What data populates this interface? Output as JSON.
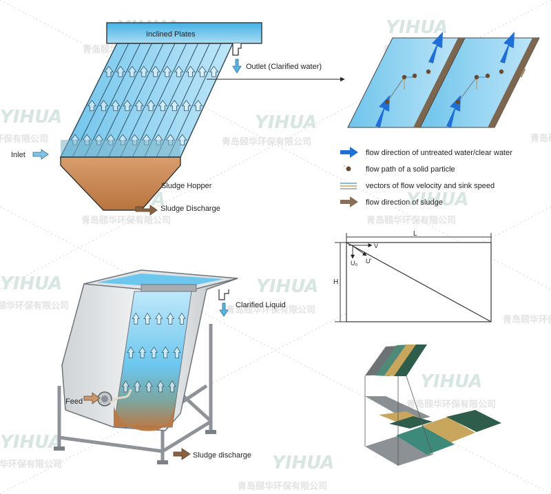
{
  "top_diagram": {
    "plates_label": "Inclined Plates",
    "outlet_label": "Outlet (Clarified water)",
    "inlet_label": "Inlet",
    "hopper_label": "Sludge Hopper",
    "discharge_label": "Sludge Discharge"
  },
  "legend": {
    "items": [
      {
        "icon": "blue-arrow-icon",
        "label": "flow direction of untreated water/clear water"
      },
      {
        "icon": "particle-dot-icon",
        "label": "flow path of a solid particle"
      },
      {
        "icon": "vector-lines-icon",
        "label": "vectors of flow velocity and sink speed"
      },
      {
        "icon": "brown-arrow-icon",
        "label": "flow direction of sludge"
      }
    ]
  },
  "geometry_diagram": {
    "length_label": "L",
    "height_label": "H",
    "v_label": "V",
    "u0_label": "U₀",
    "u_label": "U'"
  },
  "bottom_diagram": {
    "clarified_label": "Clarified Liquid",
    "feed_label": "Feed",
    "discharge_label": "Sludge discharge"
  },
  "watermark": {
    "brand": "YIHUA",
    "company": "青岛颐华环保有限公司"
  },
  "colors": {
    "water_blue": "#3fa9dd",
    "sludge_brown": "#c8895b",
    "arrow_blue": "#1f6fd6",
    "arrow_brown": "#8a6e55",
    "steel": "#9aa0a6"
  }
}
